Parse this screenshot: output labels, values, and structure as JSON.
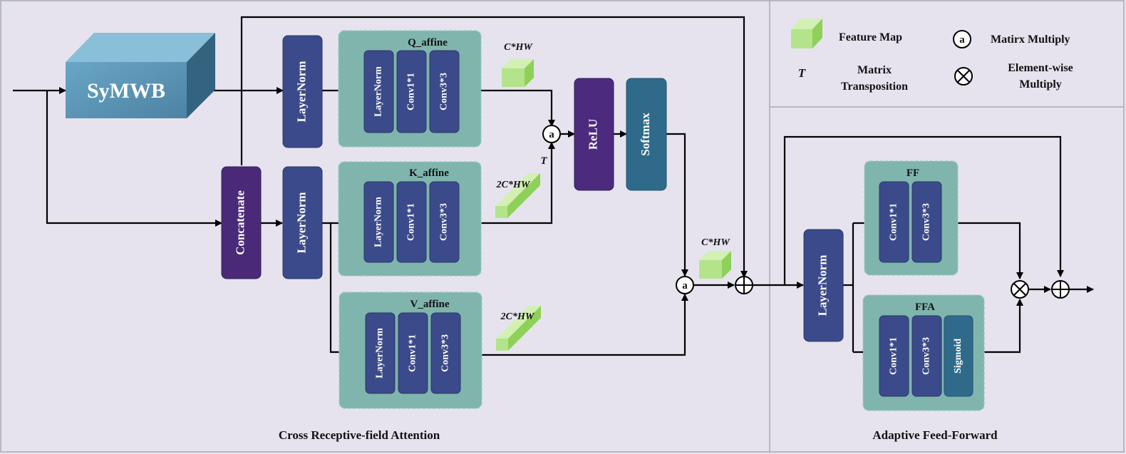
{
  "colors": {
    "background": "#e6e3ee",
    "group_panel": "#7fb5ad",
    "layernorm_block": "#3b4a8a",
    "concat_block": "#4a2a78",
    "relu_block": "#4c2a7e",
    "softmax_block": "#2f6a8a",
    "sigmoid_block": "#2f6a8a",
    "symwb_block": "#5b93b3",
    "feature_map": "#a7dd7a"
  },
  "icons": [
    "matrix-multiply-icon",
    "element-wise-multiply-icon",
    "add-icon",
    "feature-map-icon",
    "arrow-icon"
  ],
  "legend": {
    "feature_map": "Feature Map",
    "matrix_multiply": "Matirx Multiply",
    "transposition_symbol": "T",
    "transposition_line1": "Matrix",
    "transposition_line2": "Transposition",
    "elementwise_line1": "Element-wise",
    "elementwise_line2": "Multiply"
  },
  "symbols": {
    "matmul": "a"
  },
  "attention": {
    "caption": "Cross Receptive-field Attention",
    "symwb": "SyMWB",
    "layernorm": "LayerNorm",
    "concatenate": "Concatenate",
    "relu": "ReLU",
    "softmax": "Softmax",
    "transpose_mark": "T",
    "q_group": {
      "title": "Q_affine",
      "ops": [
        "LayerNorm",
        "Conv1*1",
        "Conv3*3"
      ],
      "dim": "C*HW"
    },
    "k_group": {
      "title": "K_affine",
      "ops": [
        "LayerNorm",
        "Conv1*1",
        "Conv3*3"
      ],
      "dim": "2C*HW"
    },
    "v_group": {
      "title": "V_affine",
      "ops": [
        "LayerNorm",
        "Conv1*1",
        "Conv3*3"
      ],
      "dim": "2C*HW"
    },
    "out_dim": "C*HW"
  },
  "feedforward": {
    "caption": "Adaptive Feed-Forward",
    "layernorm": "LayerNorm",
    "ff_group": {
      "title": "FF",
      "ops": [
        "Conv1*1",
        "Conv3*3"
      ]
    },
    "ffa_group": {
      "title": "FFA",
      "ops": [
        "Conv1*1",
        "Conv3*3",
        "Sigmoid"
      ]
    }
  }
}
